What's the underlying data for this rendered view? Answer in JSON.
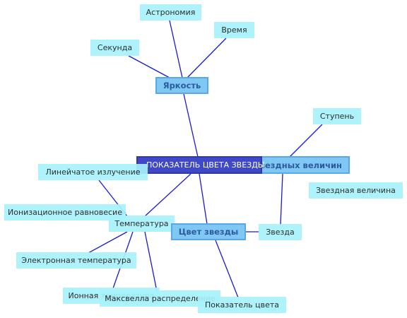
{
  "diagram": {
    "line_color": "#1a1ad6",
    "nodes": {
      "central": "ПОКАЗАТЕЛЬ ЦВЕТА ЗВЕЗДЫ",
      "magnitude_system": "звездных величин",
      "brightness": "Яркость",
      "star_color": "Цвет звезды",
      "astronomy": "Астрономия",
      "time": "Время",
      "second": "Секунда",
      "step": "Ступень",
      "stellar_magnitude": "Звездная величина",
      "star": "Звезда",
      "linear_emission": "Линейчатое излучение",
      "ionization_equilibrium": "Ионизационное равновесие",
      "temperature": "Температура",
      "electron_temperature": "Электронная температура",
      "ion_temperature": "Ионная температура",
      "maxwell_distribution": "Максвелла распределение",
      "color_index": "Показатель цвета"
    }
  }
}
